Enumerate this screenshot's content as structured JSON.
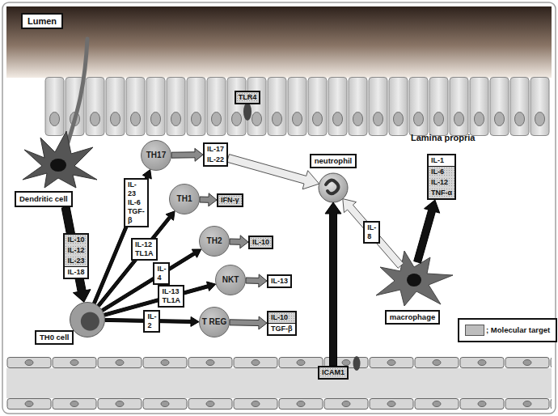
{
  "diagram": {
    "nodes": [
      {
        "text": [
          "Lumen"
        ]
      },
      {
        "text": [
          "TLR4"
        ]
      },
      {
        "text": [
          "Dendritic cell"
        ]
      },
      {
        "text": [
          "IL-10",
          "IL-12",
          "IL-23",
          "IL-18"
        ]
      },
      {
        "text": [
          "TH17"
        ]
      },
      {
        "text": [
          "IL-17",
          "IL-22"
        ]
      },
      {
        "text": [
          "neutrophil"
        ]
      },
      {
        "text": [
          "TH1"
        ]
      },
      {
        "text": [
          "IFN-γ"
        ]
      },
      {
        "text": [
          "TH2"
        ]
      },
      {
        "text": [
          "IL-10"
        ]
      },
      {
        "text": [
          "NKT"
        ]
      },
      {
        "text": [
          "IL-13"
        ]
      },
      {
        "text": [
          "TH0 cell"
        ]
      },
      {
        "text": [
          "T REG"
        ]
      },
      {
        "text": [
          "IL-10",
          "TGF-β"
        ]
      },
      {
        "text": [
          "macrophage"
        ]
      },
      {
        "text": [
          "IL-1",
          "IL-6",
          "IL-12",
          "TNF-α"
        ]
      },
      {
        "text": [
          "ICAM1"
        ]
      }
    ],
    "edges": [
      {
        "from": 2,
        "to": 13,
        "arrow": "to"
      },
      {
        "from": 13,
        "to": 4,
        "arrow": "to",
        "label": "IL-23 IL-6 TGF-β"
      },
      {
        "from": 13,
        "to": 7,
        "arrow": "to",
        "label": "IL-12 TL1A"
      },
      {
        "from": 13,
        "to": 9,
        "arrow": "to",
        "label": "IL-4"
      },
      {
        "from": 13,
        "to": 11,
        "arrow": "to",
        "label": "IL-13 TL1A"
      },
      {
        "from": 13,
        "to": 14,
        "arrow": "to",
        "label": "IL-2"
      },
      {
        "from": 4,
        "to": 5,
        "arrow": "to"
      },
      {
        "from": 5,
        "to": 6,
        "arrow": "to"
      },
      {
        "from": 7,
        "to": 8,
        "arrow": "to"
      },
      {
        "from": 9,
        "to": 10,
        "arrow": "to"
      },
      {
        "from": 11,
        "to": 12,
        "arrow": "to"
      },
      {
        "from": 14,
        "to": 15,
        "arrow": "to"
      },
      {
        "from": 16,
        "to": 6,
        "arrow": "to",
        "label": "IL-8"
      },
      {
        "from": 16,
        "to": 17,
        "arrow": "to"
      },
      {
        "from": 18,
        "to": 6,
        "arrow": "to"
      }
    ],
    "labels": [
      "Lamina propria"
    ],
    "legend": [
      {
        "text": "; Molecular target",
        "color": "#bdbdbd"
      }
    ]
  }
}
